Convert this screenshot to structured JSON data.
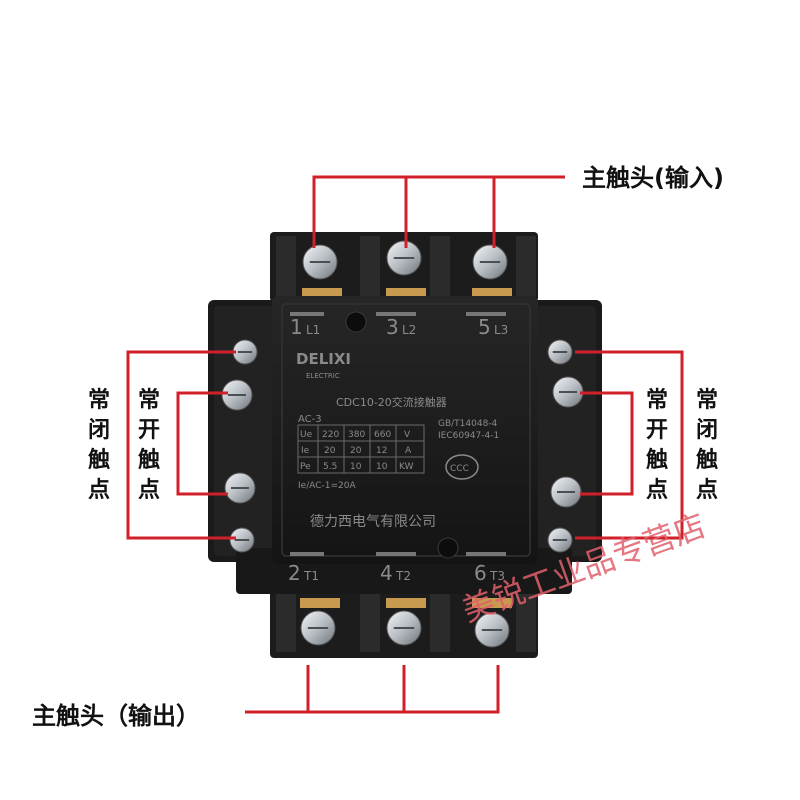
{
  "annotations": {
    "main_input": "主触头(输入)",
    "main_output": "主触头（输出）",
    "left_nc": "常闭触点",
    "left_no": "常开触点",
    "right_no": "常开触点",
    "right_nc": "常闭触点",
    "line_color": "#d0202a"
  },
  "product": {
    "brand": "DELIXI",
    "brand_sub": "ELECTRIC",
    "model": "CDC10-20交流接触器",
    "category": "AC-3",
    "standard_1": "GB/T14048-4",
    "standard_2": "IEC60947-4-1",
    "rating_table": [
      [
        "Ue",
        "220",
        "380",
        "660",
        "V"
      ],
      [
        "Ie",
        "20",
        "20",
        "12",
        "A"
      ],
      [
        "Pe",
        "5.5",
        "10",
        "10",
        "KW"
      ]
    ],
    "ie_note": "Ie/AC-1=20A",
    "manufacturer": "德力西电气有限公司",
    "terminals_top": [
      {
        "num": "1",
        "label": "L1"
      },
      {
        "num": "3",
        "label": "L2"
      },
      {
        "num": "5",
        "label": "L3"
      }
    ],
    "terminals_bottom": [
      {
        "num": "2",
        "label": "T1"
      },
      {
        "num": "4",
        "label": "T2"
      },
      {
        "num": "6",
        "label": "T3"
      }
    ],
    "certification": "CCC"
  },
  "watermark": "美锐工业品专营店"
}
